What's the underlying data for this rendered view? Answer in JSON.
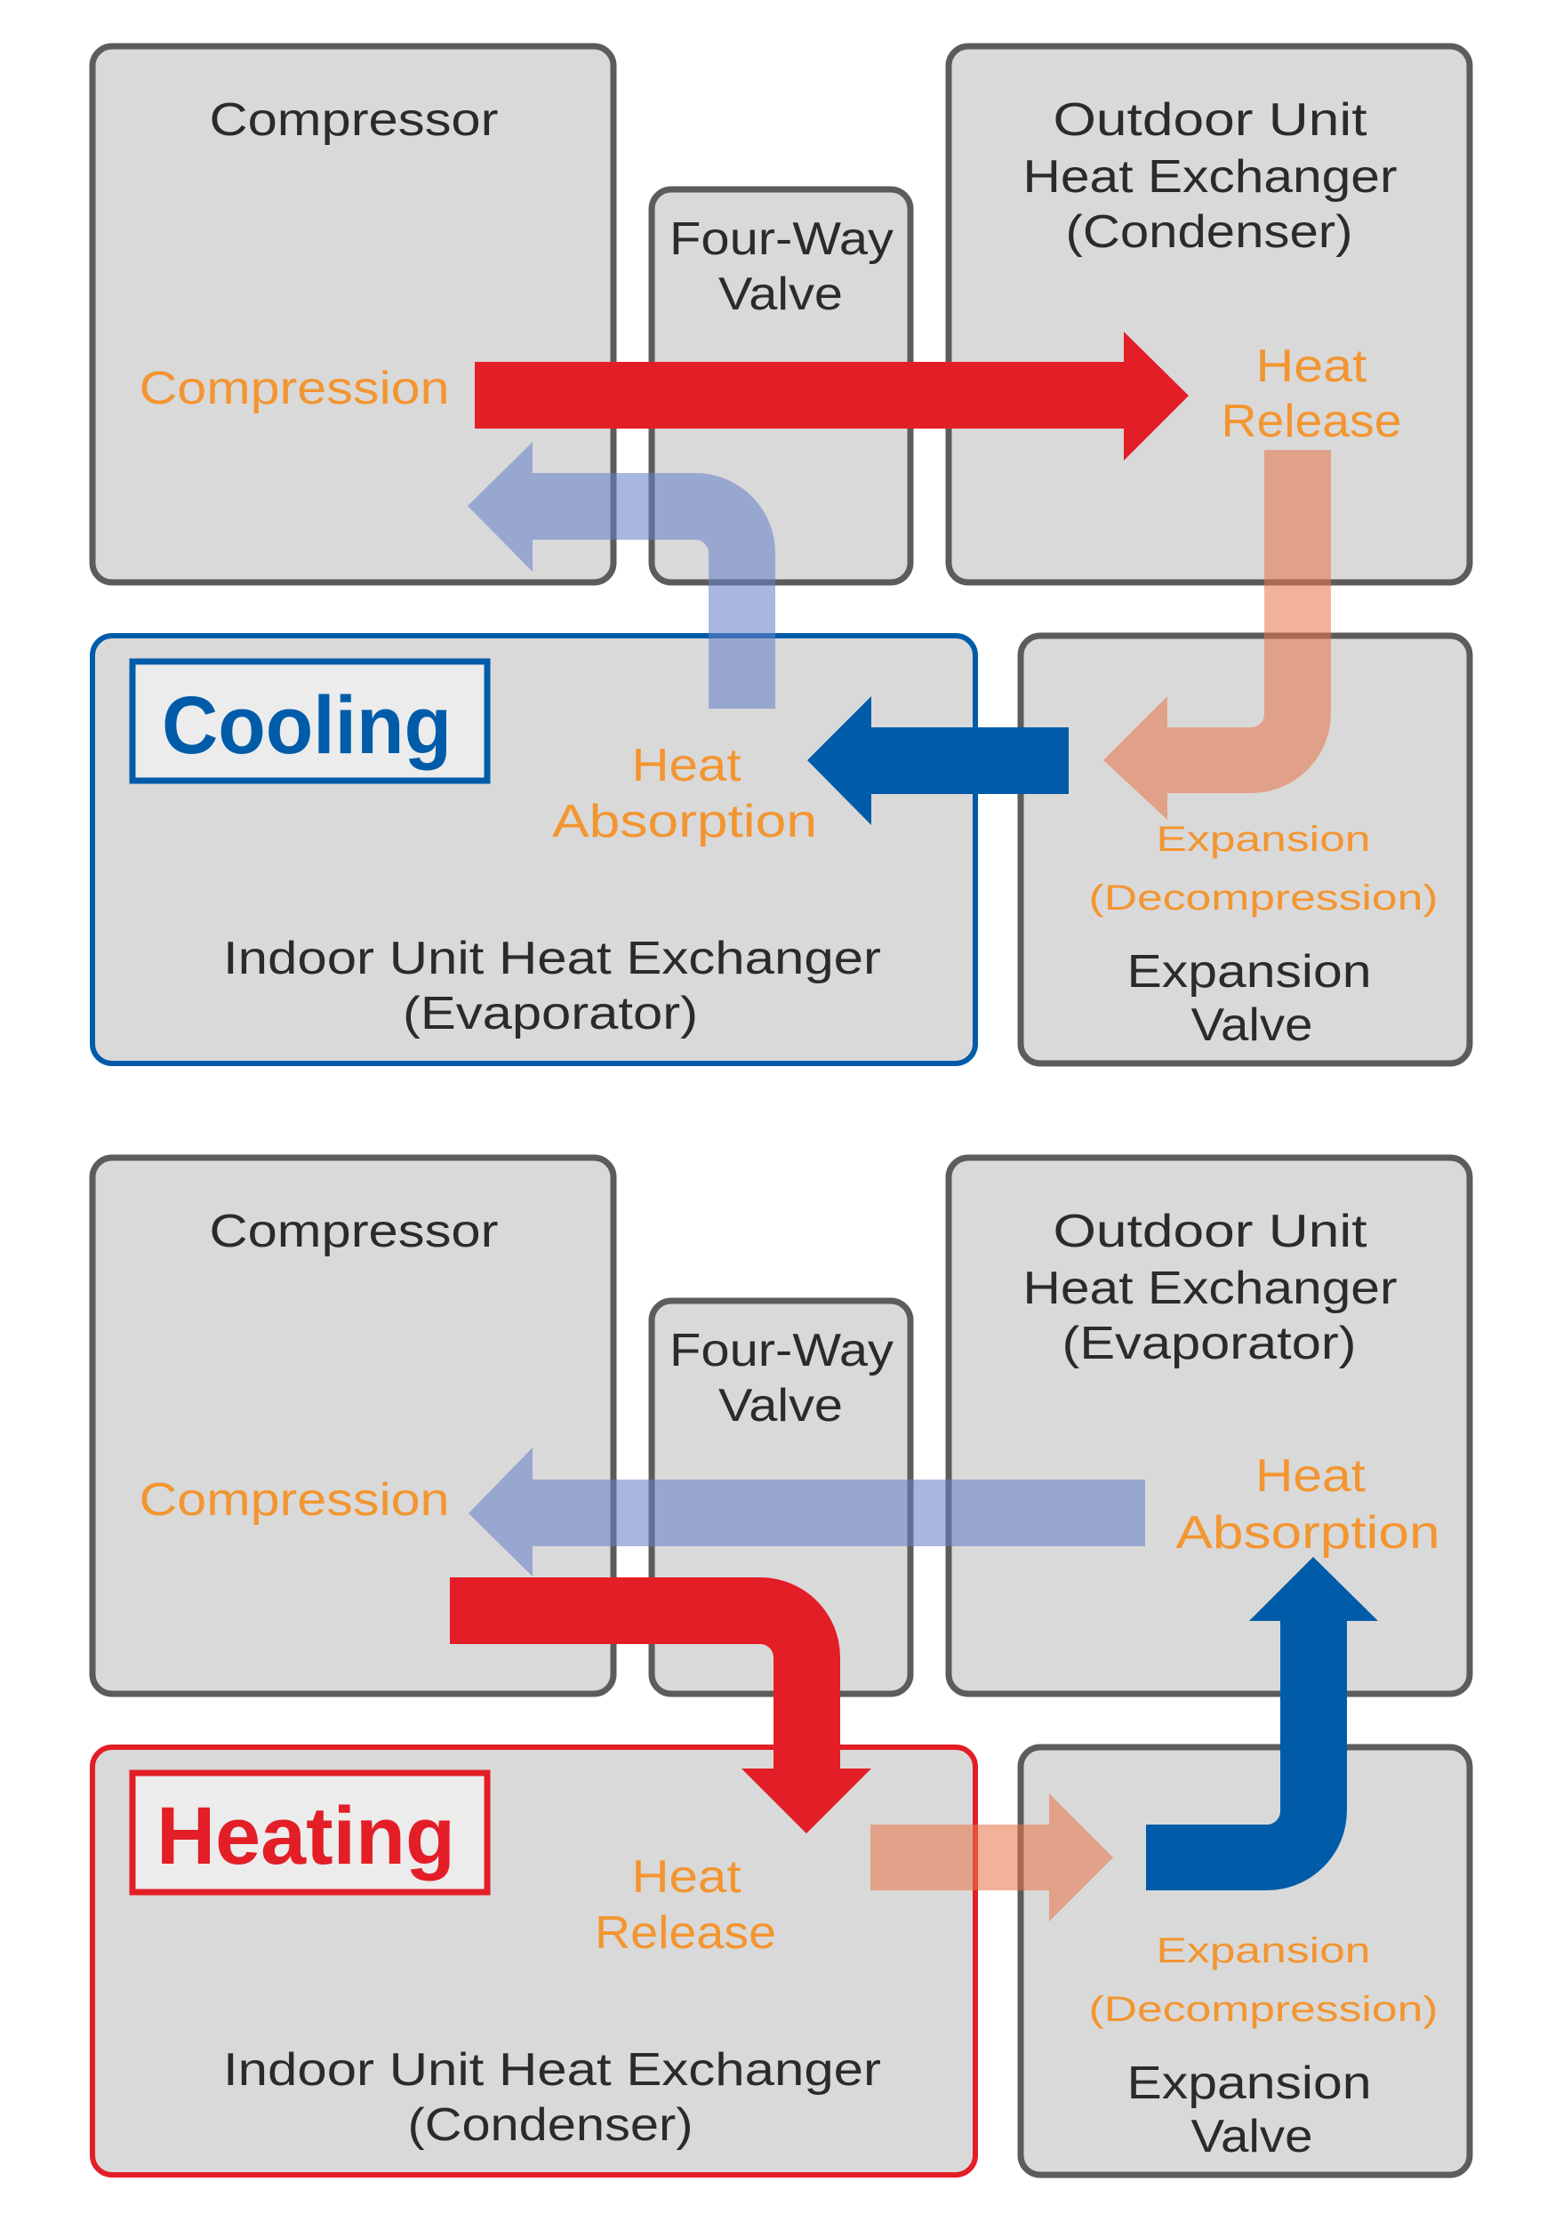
{
  "colors": {
    "box_fill": "#d9d9d9",
    "box_border": "#5c5c5a",
    "text_dark": "#2b2b2b",
    "text_orange": "#f39530",
    "cooling_blue": "#005ca8",
    "heating_red": "#e31e27",
    "faded_blue": "rgba(102,129,201,0.57)",
    "faded_salmon": "rgba(232,118,75,0.56)",
    "badge_fill": "#ececec"
  },
  "cooling": {
    "mode_label": "Cooling",
    "compressor": {
      "title": "Compressor",
      "process": "Compression"
    },
    "four_way_valve": {
      "title_line1": "Four-Way",
      "title_line2": "Valve"
    },
    "outdoor_unit": {
      "title_line1": "Outdoor Unit",
      "title_line2": "Heat Exchanger",
      "title_line3": "(Condenser)",
      "process_line1": "Heat",
      "process_line2": "Release"
    },
    "indoor_unit": {
      "title_line1": "Indoor Unit Heat Exchanger",
      "title_line2": "(Evaporator)",
      "process_line1": "Heat",
      "process_line2": "Absorption"
    },
    "expansion_valve": {
      "process_line1": "Expansion",
      "process_line2": "(Decompression)",
      "title_line1": "Expansion",
      "title_line2": "Valve"
    }
  },
  "heating": {
    "mode_label": "Heating",
    "compressor": {
      "title": "Compressor",
      "process": "Compression"
    },
    "four_way_valve": {
      "title_line1": "Four-Way",
      "title_line2": "Valve"
    },
    "outdoor_unit": {
      "title_line1": "Outdoor Unit",
      "title_line2": "Heat Exchanger",
      "title_line3": "(Evaporator)",
      "process_line1": "Heat",
      "process_line2": "Absorption"
    },
    "indoor_unit": {
      "title_line1": "Indoor Unit Heat Exchanger",
      "title_line2": "(Condenser)",
      "process_line1": "Heat",
      "process_line2": "Release"
    },
    "expansion_valve": {
      "process_line1": "Expansion",
      "process_line2": "(Decompression)",
      "title_line1": "Expansion",
      "title_line2": "Valve"
    }
  }
}
